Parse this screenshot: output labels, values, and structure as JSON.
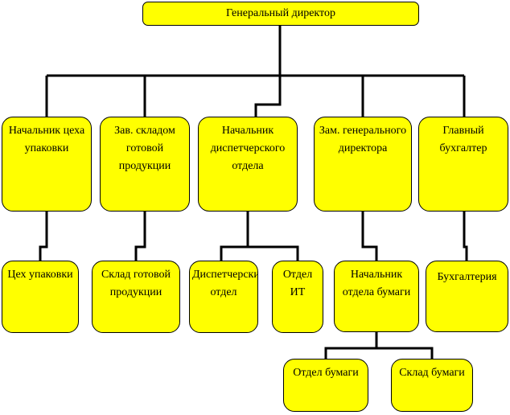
{
  "colors": {
    "box_fill": "#ffff00",
    "box_border": "#000000",
    "line": "#000000",
    "background": "#ffffff"
  },
  "org_chart": {
    "root": {
      "label": "Генеральный директор"
    },
    "managers": [
      {
        "id": "pack-head",
        "label": "Начальник цеха упаковки"
      },
      {
        "id": "warehouse-head",
        "label": "Зав. складом готовой продукции"
      },
      {
        "id": "dispatch-head",
        "label": "Начальник диспетчерского отдела"
      },
      {
        "id": "deputy-director",
        "label": "Зам. генерального директора"
      },
      {
        "id": "chief-accountant",
        "label": "Главный бухгалтер"
      }
    ],
    "departments": [
      {
        "id": "pack-shop",
        "label": "Цех упаковки",
        "parent": "pack-head"
      },
      {
        "id": "finished-warehouse",
        "label": "Склад готовой продукции",
        "parent": "warehouse-head"
      },
      {
        "id": "dispatch-dept",
        "label": "Диспетчерский отдел",
        "parent": "dispatch-head"
      },
      {
        "id": "it-dept",
        "label": "Отдел ИТ",
        "parent": "dispatch-head"
      },
      {
        "id": "paper-head",
        "label": "Начальник отдела бумаги",
        "parent": "deputy-director"
      },
      {
        "id": "accounting",
        "label": "Бухгалтерия",
        "parent": "chief-accountant"
      }
    ],
    "sub_departments": [
      {
        "id": "paper-dept",
        "label": "Отдел бумаги",
        "parent": "paper-head"
      },
      {
        "id": "paper-warehouse",
        "label": "Склад бумаги",
        "parent": "paper-head"
      }
    ]
  }
}
